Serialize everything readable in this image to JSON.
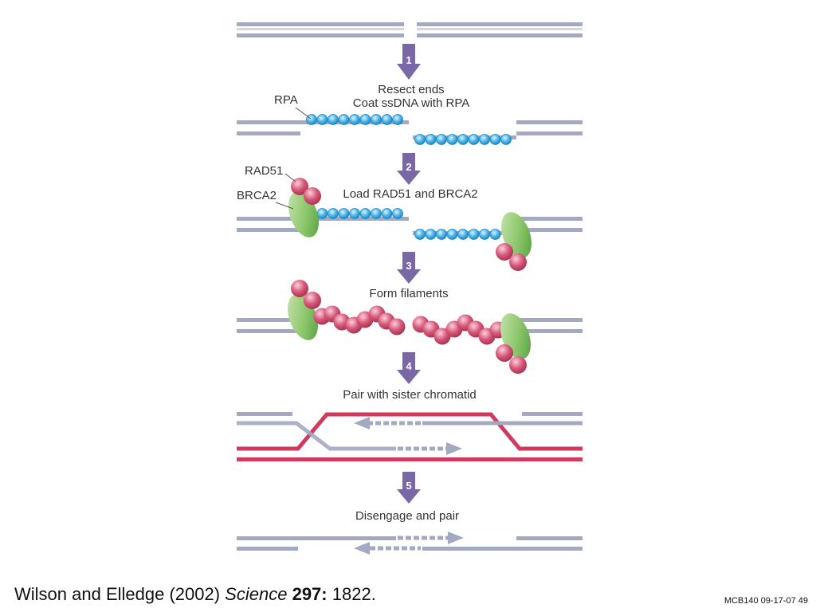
{
  "colors": {
    "dna": "#a4a9c2",
    "dna_light": "#c9ccdb",
    "sister": "#cf3a5e",
    "rpa": "#4fb8ea",
    "rpa_dark": "#1f86c4",
    "rad51": "#d7587a",
    "rad51_light": "#f2a3ba",
    "brca2": "#8cc66b",
    "brca2_dark": "#4f9a3c",
    "arrow": "#7a68a6"
  },
  "steps": [
    {
      "number": "1",
      "lines": [
        "Resect ends",
        "Coat ssDNA with RPA"
      ]
    },
    {
      "number": "2",
      "lines": [
        "Load RAD51 and BRCA2"
      ]
    },
    {
      "number": "3",
      "lines": [
        "Form filaments"
      ]
    },
    {
      "number": "4",
      "lines": [
        "Pair with sister chromatid"
      ]
    },
    {
      "number": "5",
      "lines": [
        "Disengage and pair"
      ]
    }
  ],
  "labels": {
    "rpa": "RPA",
    "rad51": "RAD51",
    "brca2": "BRCA2"
  },
  "citation": {
    "authors": "Wilson and Elledge (2002)",
    "journal": "Science",
    "volume": "297:",
    "pages": "1822."
  },
  "slide_id": "MCB140 09-17-07 49"
}
